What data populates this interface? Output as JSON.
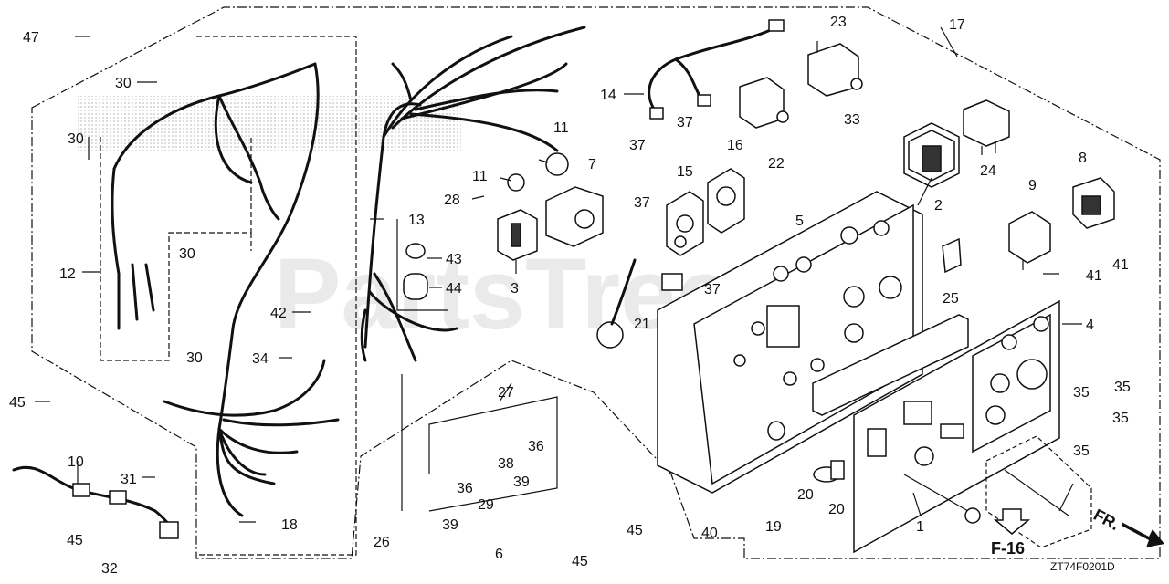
{
  "diagram": {
    "watermark": "PartsTree",
    "page_ref": "F-16",
    "code": "ZT74F0201D",
    "direction": "FR.",
    "callouts": [
      {
        "id": "c47",
        "text": "47"
      },
      {
        "id": "c30a",
        "text": "30"
      },
      {
        "id": "c30b",
        "text": "30"
      },
      {
        "id": "c30c",
        "text": "30"
      },
      {
        "id": "c30d",
        "text": "30"
      },
      {
        "id": "c12",
        "text": "12"
      },
      {
        "id": "c45a",
        "text": "45"
      },
      {
        "id": "c10",
        "text": "10"
      },
      {
        "id": "c31",
        "text": "31"
      },
      {
        "id": "c45b",
        "text": "45"
      },
      {
        "id": "c32",
        "text": "32"
      },
      {
        "id": "c42",
        "text": "42"
      },
      {
        "id": "c34",
        "text": "34"
      },
      {
        "id": "c18",
        "text": "18"
      },
      {
        "id": "c13",
        "text": "13"
      },
      {
        "id": "c43",
        "text": "43"
      },
      {
        "id": "c44",
        "text": "44"
      },
      {
        "id": "c3",
        "text": "3"
      },
      {
        "id": "c28",
        "text": "28"
      },
      {
        "id": "c11a",
        "text": "11"
      },
      {
        "id": "c11b",
        "text": "11"
      },
      {
        "id": "c7",
        "text": "7"
      },
      {
        "id": "c14",
        "text": "14"
      },
      {
        "id": "c27",
        "text": "27"
      },
      {
        "id": "c26",
        "text": "26"
      },
      {
        "id": "c39a",
        "text": "39"
      },
      {
        "id": "c36a",
        "text": "36"
      },
      {
        "id": "c29",
        "text": "29"
      },
      {
        "id": "c38",
        "text": "38"
      },
      {
        "id": "c39b",
        "text": "39"
      },
      {
        "id": "c36b",
        "text": "36"
      },
      {
        "id": "c6",
        "text": "6"
      },
      {
        "id": "c45c",
        "text": "45"
      },
      {
        "id": "c45d",
        "text": "45"
      },
      {
        "id": "c40",
        "text": "40"
      },
      {
        "id": "c37a",
        "text": "37"
      },
      {
        "id": "c37b",
        "text": "37"
      },
      {
        "id": "c37c",
        "text": "37"
      },
      {
        "id": "c37d",
        "text": "37"
      },
      {
        "id": "c15",
        "text": "15"
      },
      {
        "id": "c16",
        "text": "16"
      },
      {
        "id": "c21",
        "text": "21"
      },
      {
        "id": "c22",
        "text": "22"
      },
      {
        "id": "c23",
        "text": "23"
      },
      {
        "id": "c33",
        "text": "33"
      },
      {
        "id": "c5",
        "text": "5"
      },
      {
        "id": "c2",
        "text": "2"
      },
      {
        "id": "c24",
        "text": "24"
      },
      {
        "id": "c17",
        "text": "17"
      },
      {
        "id": "c25",
        "text": "25"
      },
      {
        "id": "c9",
        "text": "9"
      },
      {
        "id": "c8",
        "text": "8"
      },
      {
        "id": "c41a",
        "text": "41"
      },
      {
        "id": "c41b",
        "text": "41"
      },
      {
        "id": "c4",
        "text": "4"
      },
      {
        "id": "c35a",
        "text": "35"
      },
      {
        "id": "c35b",
        "text": "35"
      },
      {
        "id": "c35c",
        "text": "35"
      },
      {
        "id": "c35d",
        "text": "35"
      },
      {
        "id": "c19",
        "text": "19"
      },
      {
        "id": "c20a",
        "text": "20"
      },
      {
        "id": "c20b",
        "text": "20"
      },
      {
        "id": "c1",
        "text": "1"
      }
    ]
  }
}
